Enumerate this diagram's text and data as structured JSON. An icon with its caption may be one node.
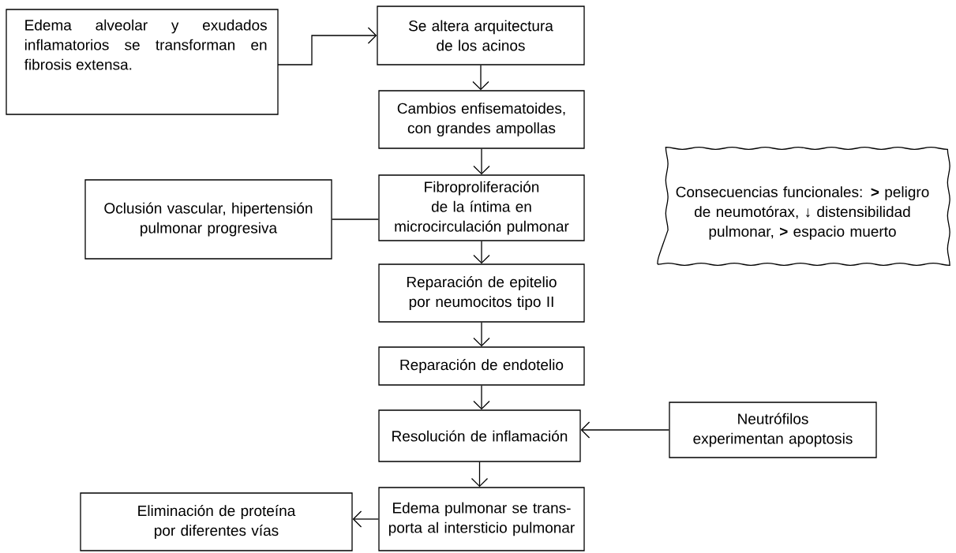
{
  "diagram": {
    "nodes": [
      {
        "text": [
          "Edema alveolar y exudados inflamatorios se transforman en fibrosis extensa."
        ]
      },
      {
        "text": [
          "Se altera arquitectura de los acinos"
        ]
      },
      {
        "text": [
          "Cambios enfisematoides, con grandes ampollas"
        ]
      },
      {
        "text": [
          "Oclusión vascular, hipertensión pulmonar progresiva"
        ]
      },
      {
        "text": [
          "Fibroproliferación de la íntima en microcirculación pulmonar"
        ]
      },
      {
        "text": [
          "Consecuencias funcionales: **>** peligro de neumotórax, ↓ distensibilidad pulmonar, **>** espacio muerto"
        ]
      },
      {
        "text": [
          "Reparación de epitelio por neumocitos tipo II"
        ]
      },
      {
        "text": [
          "Reparación de endotelio"
        ]
      },
      {
        "text": [
          "Resolución de inflamación"
        ]
      },
      {
        "text": [
          "Neutrófilos experimentan apoptosis"
        ]
      },
      {
        "text": [
          "Edema pulmonar se trans-porta al intersticio pulmonar"
        ]
      },
      {
        "text": [
          "Eliminación de proteína por diferentes vías"
        ]
      }
    ],
    "edges": [
      {
        "from": 0,
        "to": 1,
        "arrow": "to"
      },
      {
        "from": 1,
        "to": 2,
        "arrow": "to"
      },
      {
        "from": 2,
        "to": 4,
        "arrow": "to"
      },
      {
        "from": 3,
        "to": 4,
        "arrow": "none"
      },
      {
        "from": 4,
        "to": 6,
        "arrow": "to"
      },
      {
        "from": 6,
        "to": 7,
        "arrow": "to"
      },
      {
        "from": 7,
        "to": 8,
        "arrow": "to"
      },
      {
        "from": 9,
        "to": 8,
        "arrow": "to"
      },
      {
        "from": 8,
        "to": 10,
        "arrow": "to"
      },
      {
        "from": 10,
        "to": 11,
        "arrow": "to"
      }
    ]
  }
}
